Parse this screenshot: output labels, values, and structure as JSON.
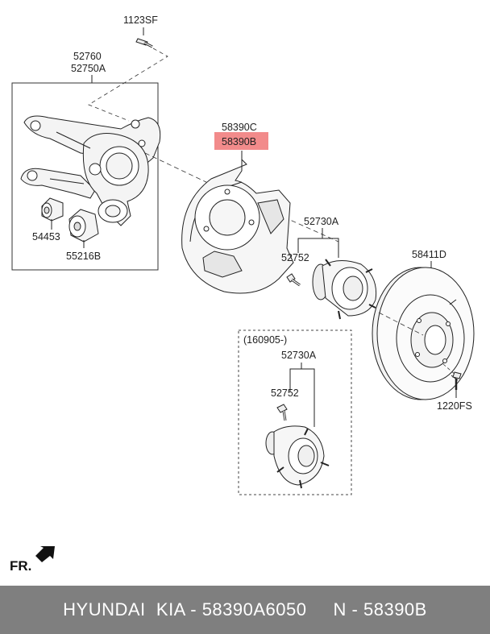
{
  "labels": {
    "bolt_top": "1123SF",
    "knuckle_a": "52760",
    "knuckle_b": "52750A",
    "bushing_small": "54453",
    "bushing_large": "55216B",
    "shield_c": "58390C",
    "shield_b": "58390B",
    "hub_upper": "52730A",
    "stud_upper": "52752",
    "disc": "58411D",
    "screw_disc": "1220FS",
    "variant_date": "(160905-)",
    "hub_lower": "52730A",
    "stud_lower": "52752",
    "front": "FR."
  },
  "highlight_color": "#f28b8b",
  "footer": {
    "left": "HYUNDAI  KIA - 58390A6050",
    "right": "N - 58390B"
  }
}
